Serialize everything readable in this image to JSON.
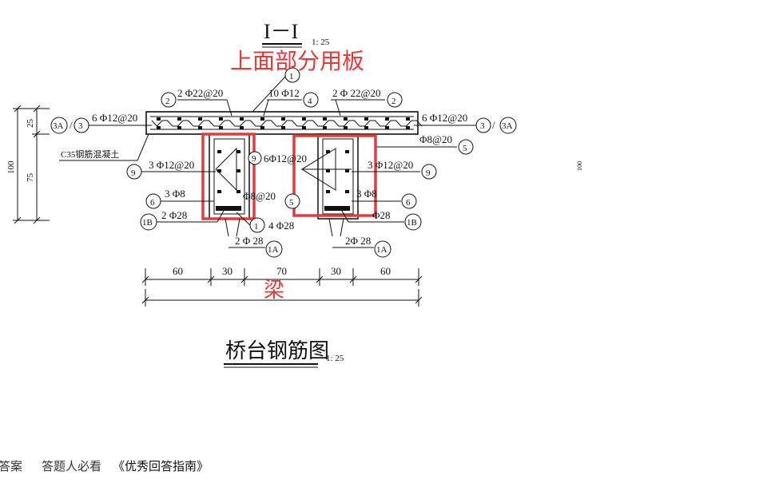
{
  "drawing": {
    "section_title": "I－I",
    "section_scale": "1: 25",
    "main_title": "桥台钢筋图",
    "main_scale": "1: 25",
    "concrete_label": "C35钢筋混凝土",
    "dim_height_total": "100",
    "dim_height_top": "25",
    "dim_height_bottom": "75",
    "dims_bottom": [
      "60",
      "30",
      "70",
      "30",
      "60"
    ],
    "rebar_labels": {
      "top_left": "2 Φ22@20",
      "top_mid": "10 Φ12",
      "top_right": "2 Φ 22@20",
      "left_slab": "6 Φ12@20",
      "right_slab": "6 Φ12@20",
      "right_stirrup": "Φ8@20",
      "left_beam": "3 Φ12@20",
      "mid_beam": "6Φ12@20",
      "right_beam": "3 Φ12@20",
      "left_bar6": "3 Φ8",
      "mid_stirrup": "Φ8@20",
      "right_bar6": "3 Φ8",
      "left_bottom": "2 Φ28",
      "mid_bottom": "4 Φ28",
      "right_bottom": "Φ28",
      "left_1a": "2 Φ 28",
      "right_1a": "2Φ 28"
    },
    "markers": {
      "m1": "1",
      "m2": "2",
      "m3": "3",
      "m3a": "3A",
      "m4": "4",
      "m5": "5",
      "m6": "6",
      "m9": "9",
      "m1a": "1A",
      "m1b": "1B"
    },
    "annotation_slab": "上面部分用板",
    "annotation_beam": "梁",
    "colors": {
      "annotation": "#e23b3b",
      "line": "#111111"
    }
  },
  "footer": {
    "answer": "答案",
    "must_read": "答题人必看",
    "guide": "《优秀回答指南》"
  }
}
